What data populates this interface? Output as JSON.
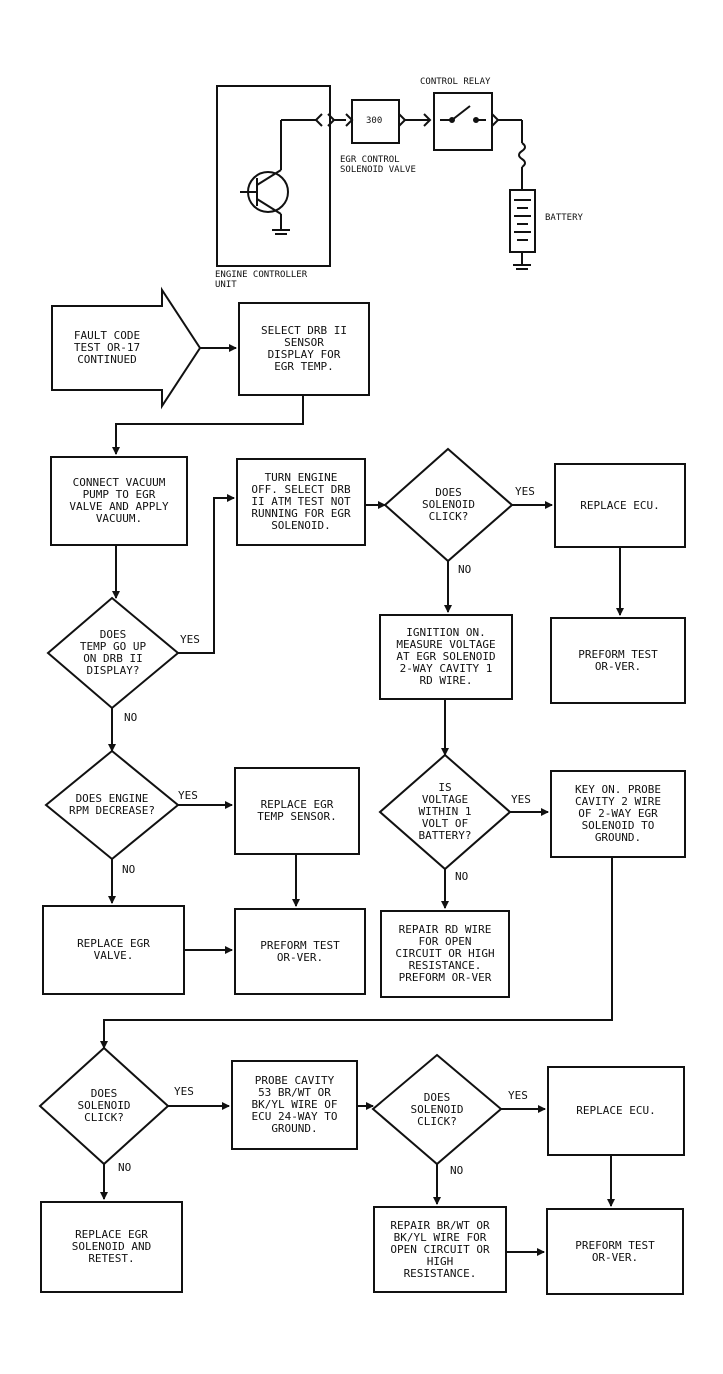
{
  "circuit": {
    "ecu_label": "ENGINE CONTROLLER\nUNIT",
    "solenoid_value": "300",
    "solenoid_label": "EGR CONTROL\nSOLENOID VALVE",
    "relay_label": "CONTROL RELAY",
    "battery_label": "BATTERY"
  },
  "flow": {
    "start": "FAULT CODE\nTEST OR-17\nCONTINUED",
    "b1": "SELECT DRB II\nSENSOR\nDISPLAY FOR\nEGR TEMP.",
    "b2": "CONNECT VACUUM\nPUMP TO EGR\nVALVE AND APPLY\nVACUUM.",
    "d1": "DOES\nTEMP GO UP\nON DRB II\nDISPLAY?",
    "b3": "TURN ENGINE\nOFF. SELECT DRB\nII ATM TEST NOT\nRUNNING FOR EGR\nSOLENOID.",
    "d2": "DOES\nSOLENOID\nCLICK?",
    "b4": "REPLACE ECU.",
    "b5": "PREFORM TEST\nOR-VER.",
    "b6": "IGNITION ON.\nMEASURE VOLTAGE\nAT EGR SOLENOID\n2-WAY CAVITY 1\nRD WIRE.",
    "d3": "DOES ENGINE\nRPM DECREASE?",
    "b7": "REPLACE EGR\nTEMP SENSOR.",
    "b8": "REPLACE EGR\nVALVE.",
    "b9": "PREFORM TEST\nOR-VER.",
    "d4": "IS\nVOLTAGE\nWITHIN 1\nVOLT OF\nBATTERY?",
    "b10": "KEY ON. PROBE\nCAVITY 2 WIRE\nOF 2-WAY EGR\nSOLENOID TO\nGROUND.",
    "b11": "REPAIR RD WIRE\nFOR OPEN\nCIRCUIT OR HIGH\nRESISTANCE.\nPREFORM OR-VER",
    "d5": "DOES\nSOLENOID\nCLICK?",
    "b12": "PROBE CAVITY\n53 BR/WT OR\nBK/YL WIRE OF\nECU 24-WAY TO\nGROUND.",
    "d6": "DOES\nSOLENOID\nCLICK?",
    "b13": "REPLACE ECU.",
    "b14": "REPLACE EGR\nSOLENOID AND\nRETEST.",
    "b15": "REPAIR BR/WT OR\nBK/YL WIRE FOR\nOPEN CIRCUIT OR\nHIGH\nRESISTANCE.",
    "b16": "PREFORM TEST\nOR-VER."
  },
  "labels": {
    "yes": "YES",
    "no": "NO"
  }
}
